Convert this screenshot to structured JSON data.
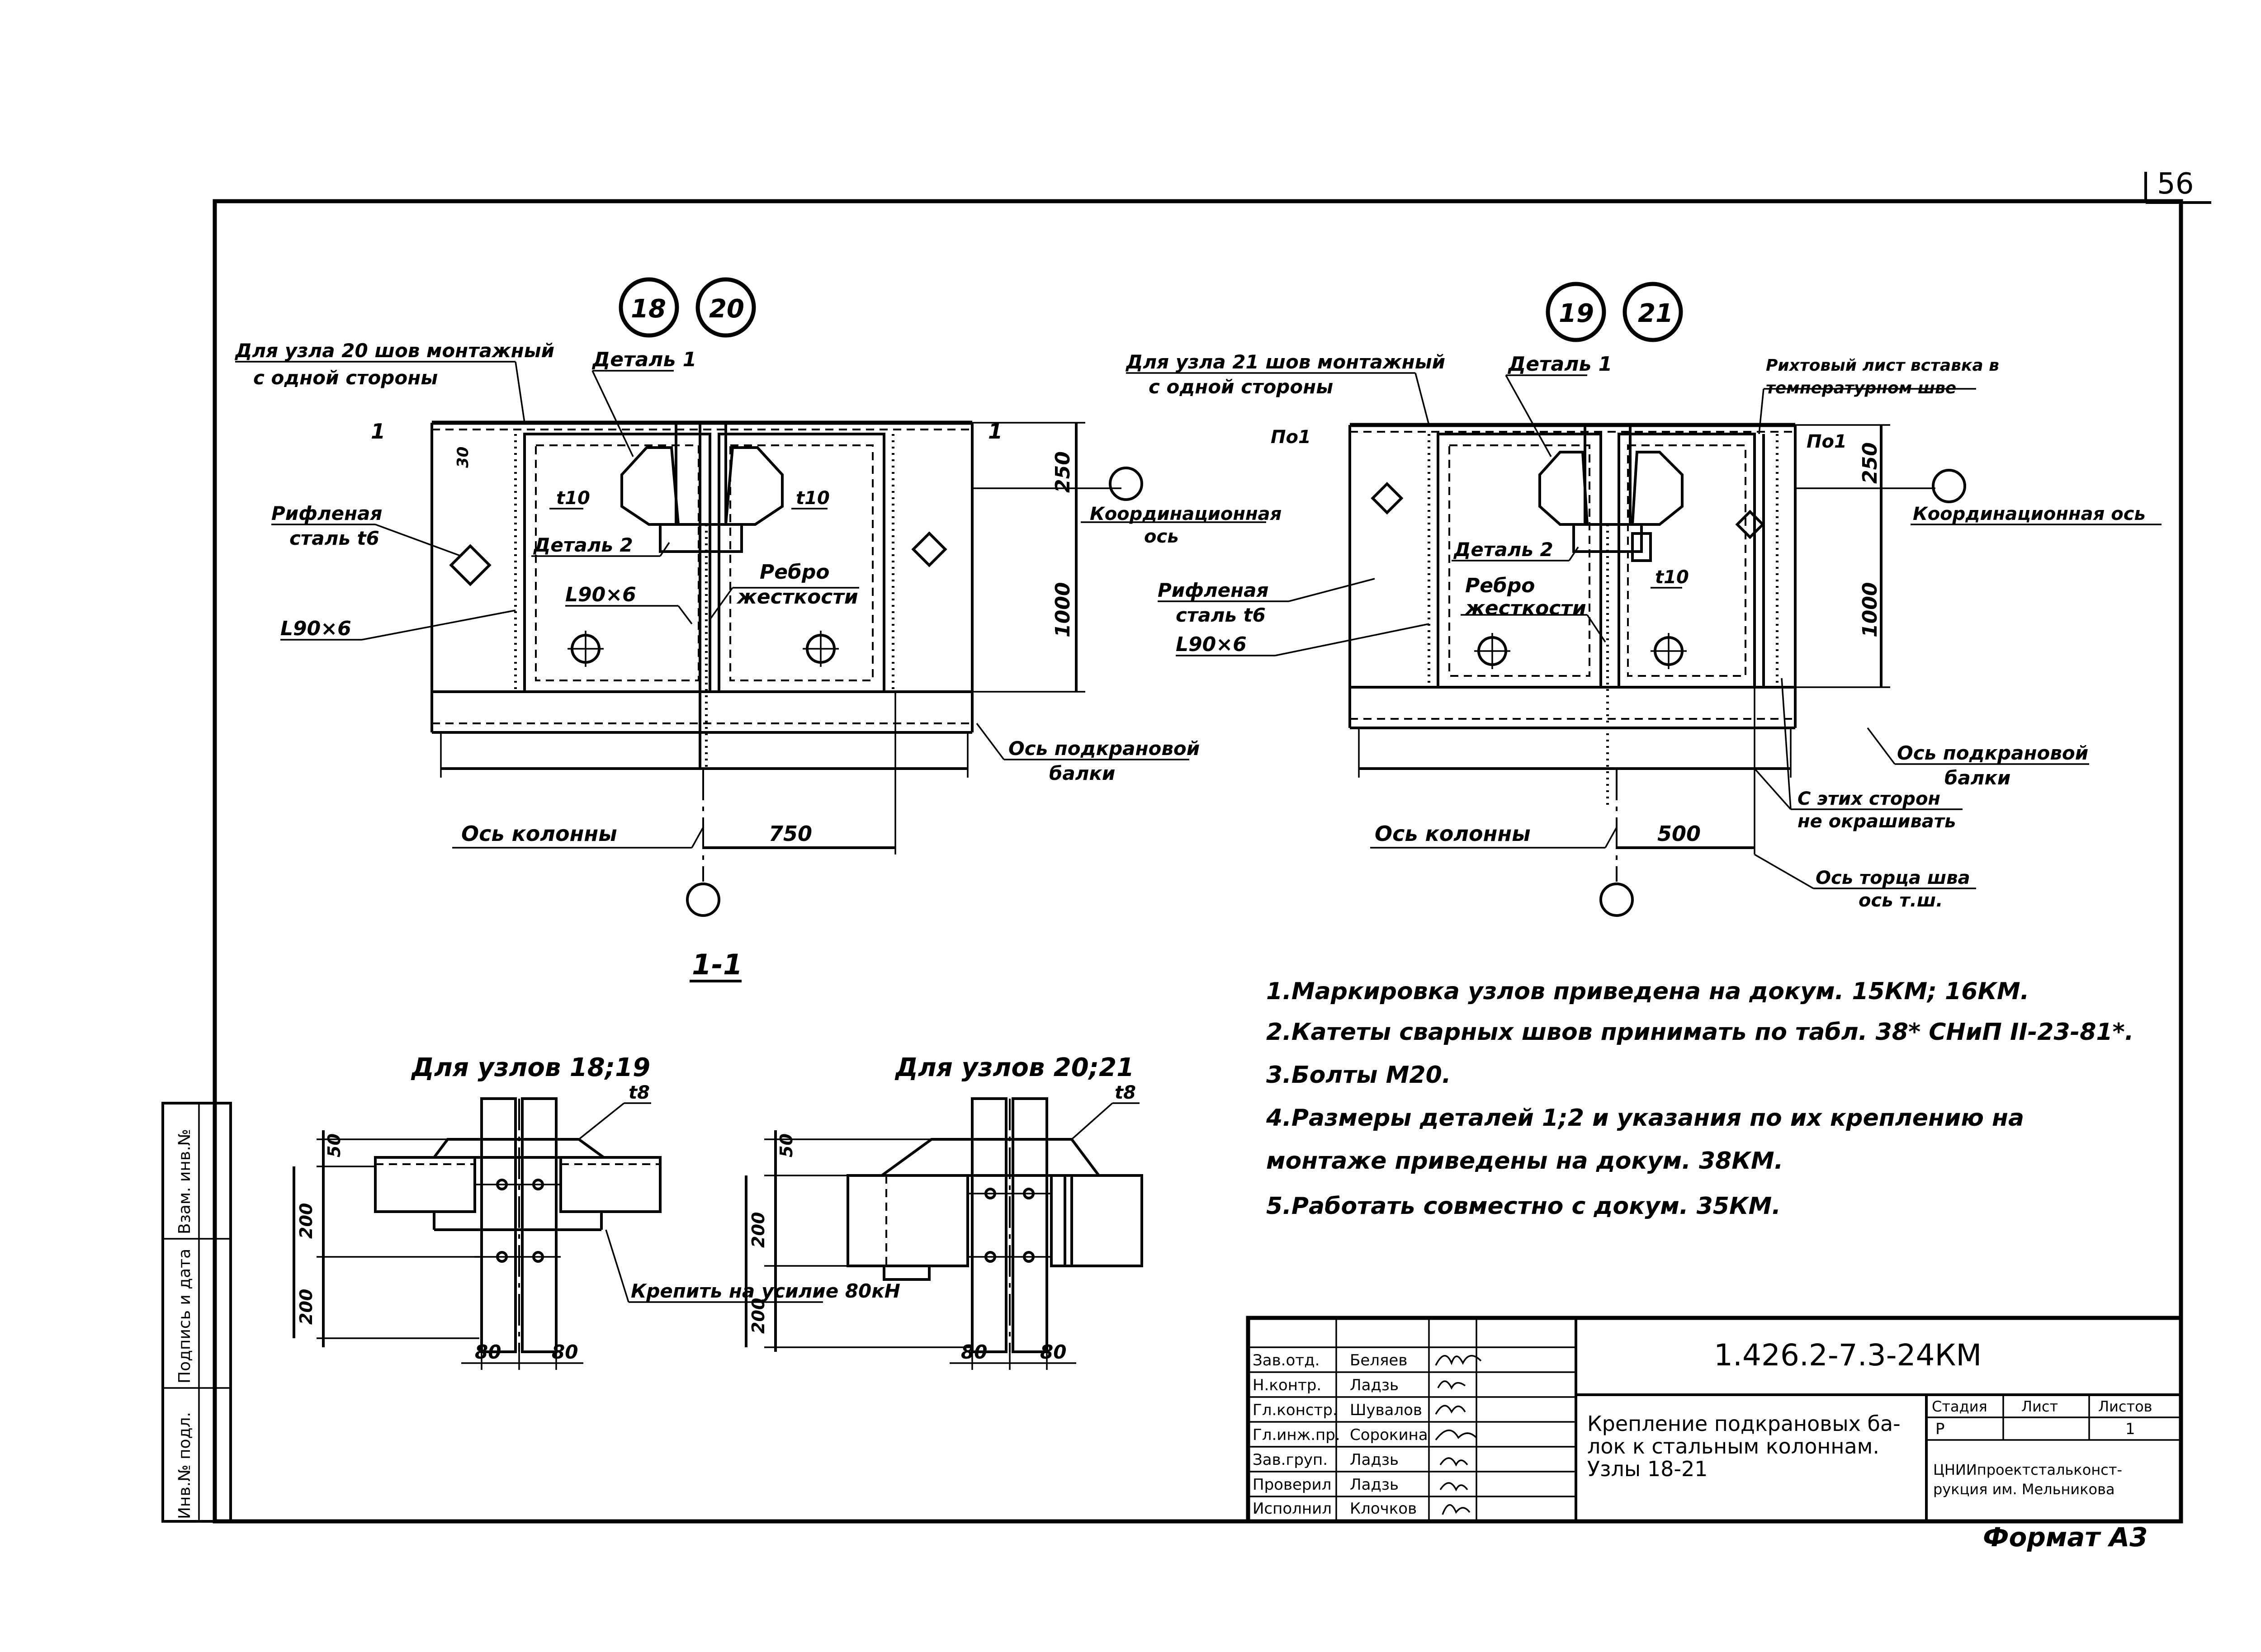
{
  "sheet": {
    "page_number": "56",
    "format": "Формат А3"
  },
  "node_group_a": {
    "marks": [
      "18",
      "20"
    ],
    "callout_weld": [
      "Для узла 20 шов монтажный",
      "с одной стороны"
    ],
    "detail1": "Деталь 1",
    "detail2": "Деталь 2",
    "section_mark_left": "1",
    "section_mark_right": "1",
    "dim_30": "30",
    "t10_left": "t10",
    "t10_right": "t10",
    "corrugated": [
      "Рифленая",
      "сталь t6"
    ],
    "angle_left": "L90×6",
    "angle_mid": "L90×6",
    "stiffener": [
      "Ребро",
      "жесткости"
    ],
    "coord_axis": [
      "Координационная",
      "ось"
    ],
    "dim_250": "250",
    "dim_1000": "1000",
    "beam_axis": [
      "Ось подкрановой",
      "балки"
    ],
    "column_axis": "Ось колонны",
    "dim_750": "750"
  },
  "node_group_b": {
    "marks": [
      "19",
      "21"
    ],
    "callout_weld": [
      "Для узла 21 шов монтажный",
      "с одной стороны"
    ],
    "detail1": "Деталь 1",
    "detail2": "Деталь 2",
    "section_mark_left": "По1",
    "section_mark_right": "По1",
    "t10": "t10",
    "plank": [
      "Рихтовый лист вставка в",
      "температурном шве"
    ],
    "corrugated": [
      "Рифленая",
      "сталь t6"
    ],
    "angle": "L90×6",
    "stiffener": [
      "Ребро",
      "жесткости"
    ],
    "coord_axis": "Координационная ось",
    "dim_250": "250",
    "dim_1000": "1000",
    "beam_axis": [
      "Ось подкрановой",
      "балки"
    ],
    "no_paint": [
      "С этих сторон",
      "не окрашивать"
    ],
    "column_axis": "Ось колонны",
    "dim_500": "500",
    "end_axis": [
      "Ось торца шва",
      "ось т.ш."
    ]
  },
  "section": {
    "title": "1-1",
    "left_title": "Для узлов 18;19",
    "right_title": "Для узлов 20;21",
    "t8_left": "t8",
    "t8_right": "t8",
    "dim_50": "50",
    "dim_200a": "200",
    "dim_200b": "200",
    "dim_80a": "80",
    "dim_80b": "80",
    "force_note": "Крепить на усилие 80кН"
  },
  "notes": [
    "1.Маркировка узлов приведена на докум. 15КМ; 16КМ.",
    "2.Катеты сварных швов принимать по табл. 38* СНиП II-23-81*.",
    "3.Болты М20.",
    "4.Размеры деталей 1;2 и указания по их креплению на",
    "монтаже приведены на докум. 38КМ.",
    "5.Работать совместно с докум. 35КМ."
  ],
  "side_stamp": [
    "Инв.№ подл.",
    "Подпись и дата",
    "Взам. инв.№"
  ],
  "title_block": {
    "code": "1.426.2-7.3-24КМ",
    "description": [
      "Крепление подкрановых ба-",
      "лок к стальным колоннам.",
      "Узлы 18-21"
    ],
    "stage_header": "Стадия",
    "sheet_header": "Лист",
    "sheets_header": "Листов",
    "stage": "Р",
    "sheets": "1",
    "organization": [
      "ЦНИИпроектстальконст-",
      "рукция им. Мельникова"
    ],
    "roles": [
      {
        "role": "Зав.отд.",
        "name": "Беляев"
      },
      {
        "role": "Н.контр.",
        "name": "Ладзь"
      },
      {
        "role": "Гл.констр.",
        "name": "Шувалов"
      },
      {
        "role": "Гл.инж.пр.",
        "name": "Сорокина"
      },
      {
        "role": "Зав.груп.",
        "name": "Ладзь"
      },
      {
        "role": "Проверил",
        "name": "Ладзь"
      },
      {
        "role": "Исполнил",
        "name": "Клочков"
      }
    ]
  }
}
